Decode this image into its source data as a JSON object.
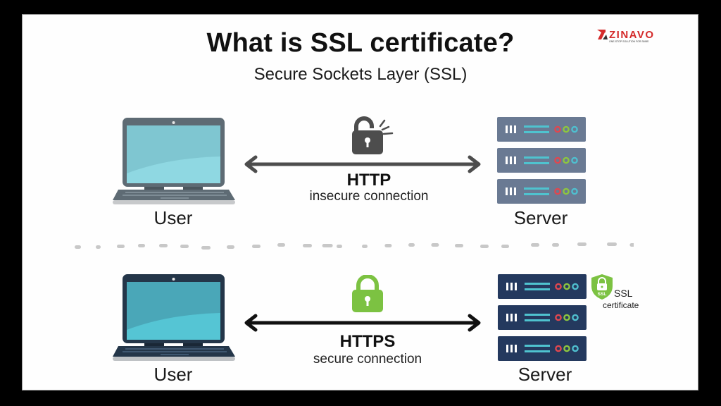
{
  "header": {
    "title": "What is SSL certificate?",
    "subtitle": "Secure Sockets Layer (SSL)"
  },
  "logo": {
    "name": "ZINAVO",
    "tagline": "ONE-STOP SOLUTION FOR SMBS",
    "brand_color": "#d42a2a"
  },
  "top_section": {
    "client_label": "User",
    "server_label": "Server",
    "protocol": "HTTP",
    "description": "insecure connection",
    "lock_icon": "unlocked-padlock-icon",
    "lock_color": "#4d4d4d",
    "arrow_color": "#4d4d4d",
    "laptop_frame_color": "#5e6b74",
    "laptop_screen_color": "#7fc7d2",
    "server_color": "#6a7a93"
  },
  "bottom_section": {
    "client_label": "User",
    "server_label": "Server",
    "protocol": "HTTPS",
    "description": "secure connection",
    "lock_icon": "locked-padlock-icon",
    "lock_color": "#7cc242",
    "arrow_color": "#111111",
    "laptop_frame_color": "#243649",
    "laptop_screen_color": "#4fbfcf",
    "server_color": "#24395e",
    "badge": {
      "text": "SSL",
      "label_line1": "SSL",
      "label_line2": "certificate",
      "color": "#7cc242"
    }
  },
  "server_leds": [
    "#e0474f",
    "#8dc63f",
    "#4fbfcf"
  ],
  "divider_color": "#c8c8c8"
}
